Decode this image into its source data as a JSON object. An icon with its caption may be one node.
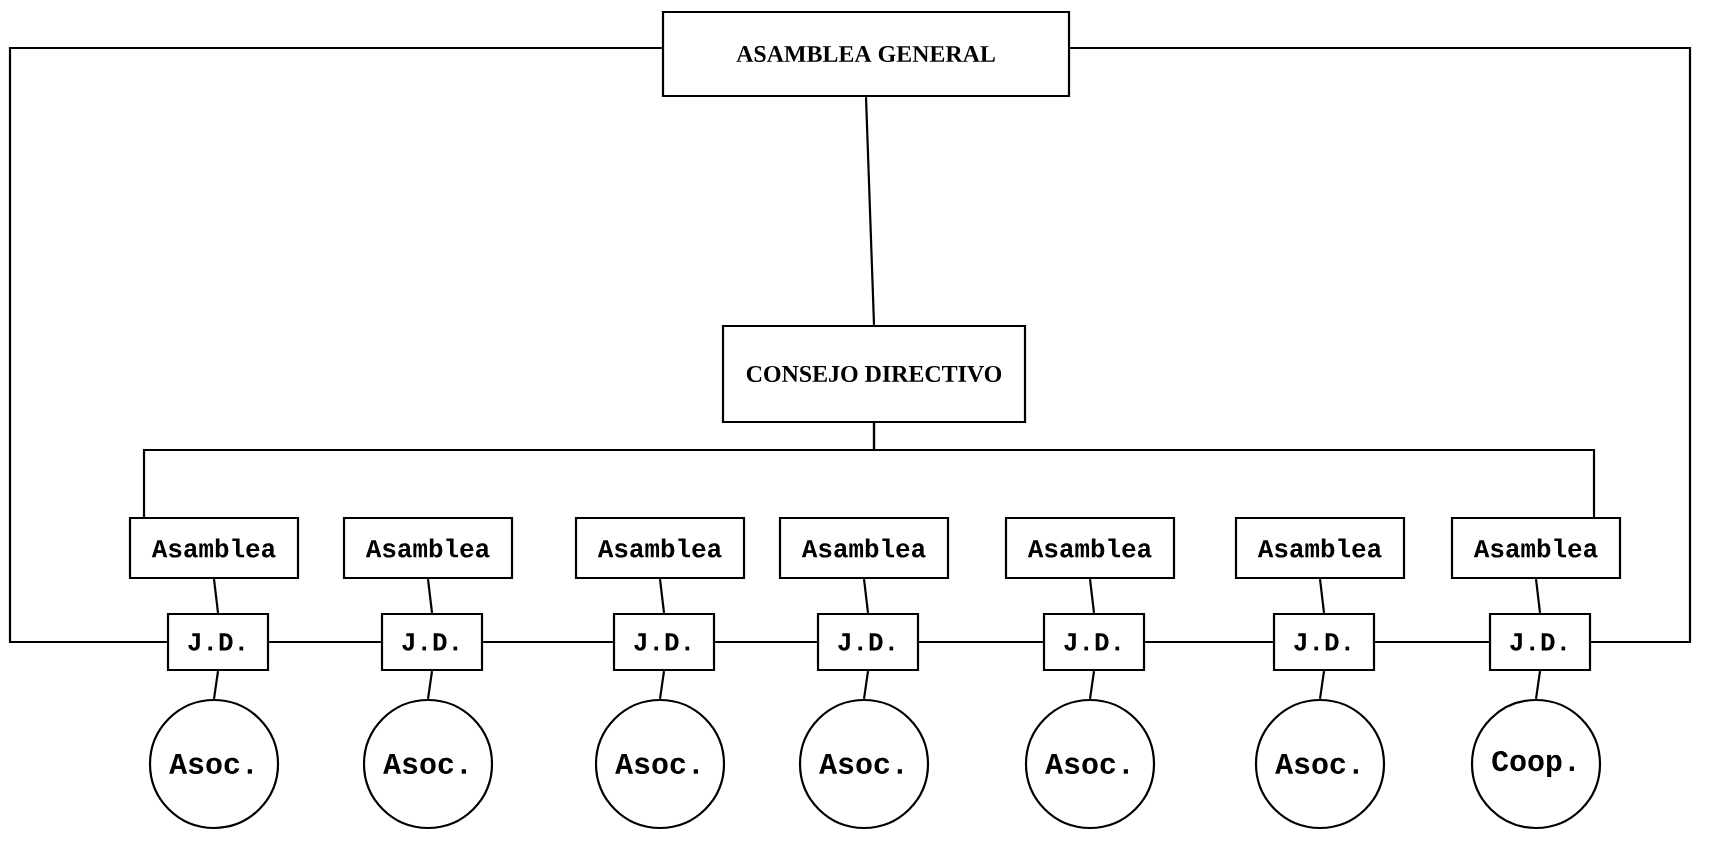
{
  "diagram": {
    "nodes": [
      {
        "text": [
          "ASAMBLEA GENERAL"
        ]
      },
      {
        "text": [
          "CONSEJO DIRECTIVO"
        ]
      },
      {
        "text": [
          "Asamblea"
        ]
      },
      {
        "text": [
          "Asamblea"
        ]
      },
      {
        "text": [
          "Asamblea"
        ]
      },
      {
        "text": [
          "Asamblea"
        ]
      },
      {
        "text": [
          "Asamblea"
        ]
      },
      {
        "text": [
          "Asamblea"
        ]
      },
      {
        "text": [
          "Asamblea"
        ]
      },
      {
        "text": [
          "J.D."
        ]
      },
      {
        "text": [
          "J.D."
        ]
      },
      {
        "text": [
          "J.D."
        ]
      },
      {
        "text": [
          "J.D."
        ]
      },
      {
        "text": [
          "J.D."
        ]
      },
      {
        "text": [
          "J.D."
        ]
      },
      {
        "text": [
          "J.D."
        ]
      },
      {
        "text": [
          "Asoc."
        ]
      },
      {
        "text": [
          "Asoc."
        ]
      },
      {
        "text": [
          "Asoc."
        ]
      },
      {
        "text": [
          "Asoc."
        ]
      },
      {
        "text": [
          "Asoc."
        ]
      },
      {
        "text": [
          "Asoc."
        ]
      },
      {
        "text": [
          "Coop."
        ]
      }
    ],
    "edges": [
      {
        "from": 0,
        "to": 1,
        "arrow": "none"
      },
      {
        "from": 1,
        "to": 2,
        "arrow": "none"
      },
      {
        "from": 1,
        "to": 8,
        "arrow": "none"
      },
      {
        "from": 0,
        "to": 9,
        "arrow": "none"
      },
      {
        "from": 0,
        "to": 15,
        "arrow": "none"
      },
      {
        "from": 2,
        "to": 9,
        "arrow": "none"
      },
      {
        "from": 3,
        "to": 10,
        "arrow": "none"
      },
      {
        "from": 4,
        "to": 11,
        "arrow": "none"
      },
      {
        "from": 5,
        "to": 12,
        "arrow": "none"
      },
      {
        "from": 6,
        "to": 13,
        "arrow": "none"
      },
      {
        "from": 7,
        "to": 14,
        "arrow": "none"
      },
      {
        "from": 8,
        "to": 15,
        "arrow": "none"
      },
      {
        "from": 9,
        "to": 10,
        "arrow": "none"
      },
      {
        "from": 10,
        "to": 11,
        "arrow": "none"
      },
      {
        "from": 11,
        "to": 12,
        "arrow": "none"
      },
      {
        "from": 12,
        "to": 13,
        "arrow": "none"
      },
      {
        "from": 13,
        "to": 14,
        "arrow": "none"
      },
      {
        "from": 14,
        "to": 15,
        "arrow": "none"
      },
      {
        "from": 9,
        "to": 16,
        "arrow": "none"
      },
      {
        "from": 10,
        "to": 17,
        "arrow": "none"
      },
      {
        "from": 11,
        "to": 18,
        "arrow": "none"
      },
      {
        "from": 12,
        "to": 19,
        "arrow": "none"
      },
      {
        "from": 13,
        "to": 20,
        "arrow": "none"
      },
      {
        "from": 14,
        "to": 21,
        "arrow": "none"
      },
      {
        "from": 15,
        "to": 22,
        "arrow": "none"
      }
    ]
  }
}
